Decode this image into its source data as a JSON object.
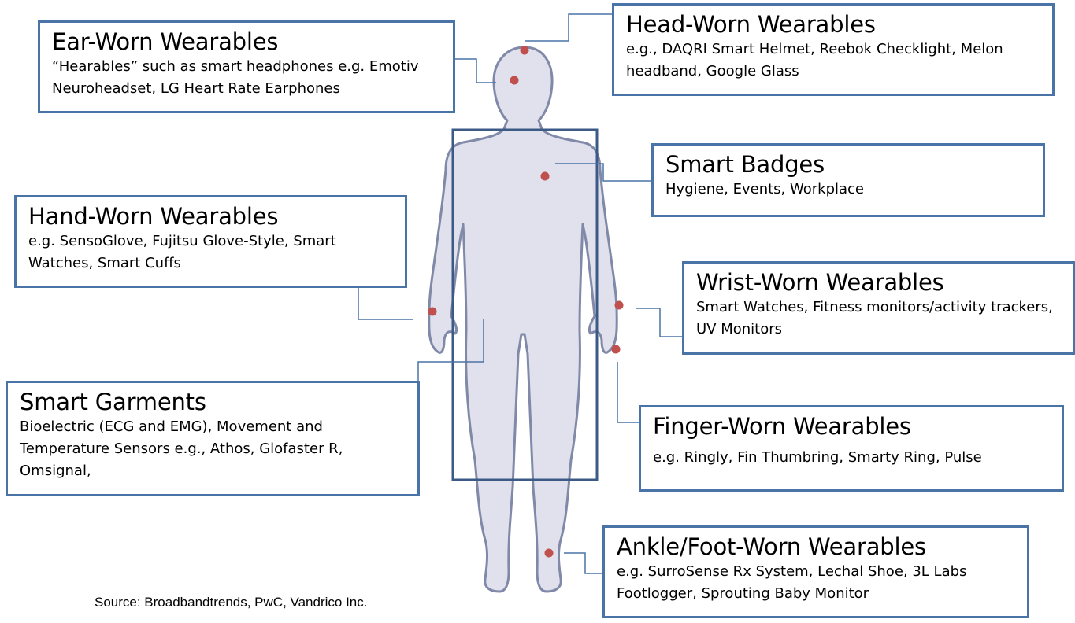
{
  "colors": {
    "box_border": "#4a73a8",
    "body_fill": "#e1e1ed",
    "body_outline": "#8089a8",
    "marker": "#c0504d",
    "torso_frame": "#3b5a85",
    "connector": "#4a73a8"
  },
  "categories": [
    {
      "id": "ear",
      "title": "Ear-Worn Wearables",
      "description": "“Hearables” such as smart headphones e.g. Emotiv Neuroheadset, LG Heart Rate Earphones"
    },
    {
      "id": "head",
      "title": "Head-Worn Wearables",
      "description": "e.g., DAQRI Smart Helmet, Reebok Checklight, Melon headband, Google Glass"
    },
    {
      "id": "badges",
      "title": "Smart Badges",
      "description": "Hygiene, Events, Workplace"
    },
    {
      "id": "hand",
      "title": "Hand-Worn Wearables",
      "description": "e.g. SensoGlove, Fujitsu Glove-Style, Smart Watches, Smart Cuffs"
    },
    {
      "id": "wrist",
      "title": "Wrist-Worn Wearables",
      "description": "Smart Watches, Fitness monitors/activity trackers, UV Monitors"
    },
    {
      "id": "garments",
      "title": "Smart Garments",
      "description": "Bioelectric (ECG and EMG), Movement and Temperature Sensors e.g., Athos, Glofaster R, Omsignal,"
    },
    {
      "id": "finger",
      "title": "Finger-Worn Wearables",
      "description": "e.g. Ringly,  Fin Thumbring, Smarty Ring, Pulse"
    },
    {
      "id": "ankle",
      "title": "Ankle/Foot-Worn Wearables",
      "description": "e.g. SurroSense Rx System, Lechal Shoe, 3L Labs Footlogger, Sprouting Baby Monitor"
    }
  ],
  "source": "Source: Broadbandtrends, PwC, Vandrico Inc."
}
